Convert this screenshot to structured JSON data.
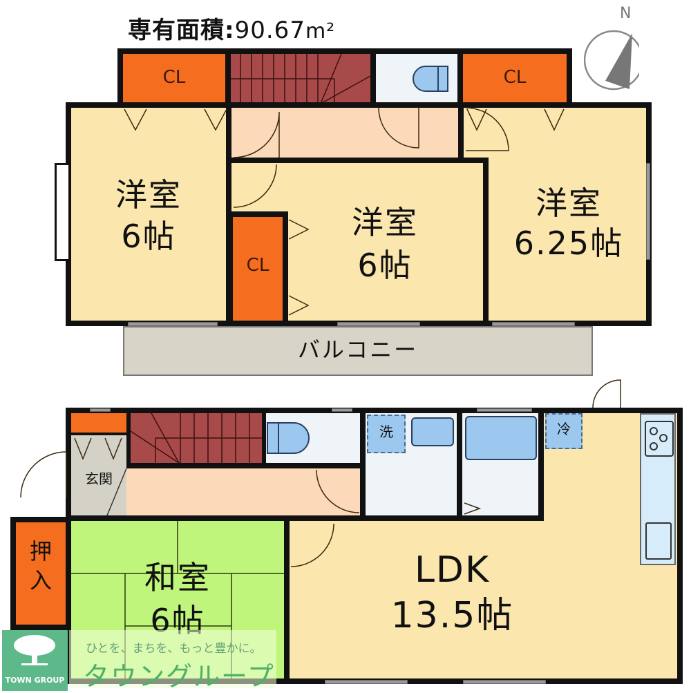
{
  "header": {
    "area_label": "専有面積",
    "area_sep": ":",
    "area_value": "90.67",
    "area_unit": "m²"
  },
  "compass": {
    "label": "N",
    "icon": "north-arrow-icon"
  },
  "colors": {
    "western_room": "#fbe6ae",
    "closet": "#f56d1e",
    "stairs": "#a84a4a",
    "hallway": "#fcd9b8",
    "wet_area": "#eef4f8",
    "fixture_blue": "#9cc8f0",
    "tatami": "#bff57a",
    "balcony": "#d8d5c8",
    "entrance": "#d4d2c6",
    "wall": "#111111",
    "logo_green": "#5db98a"
  },
  "floor2": {
    "rooms": [
      {
        "id": "western-room-west",
        "name": "洋室",
        "size": "6帖"
      },
      {
        "id": "western-room-center",
        "name": "洋室",
        "size": "6帖"
      },
      {
        "id": "western-room-east",
        "name": "洋室",
        "size": "6.25帖"
      }
    ],
    "closets": [
      "CL",
      "CL",
      "CL"
    ],
    "balcony": "バルコニー"
  },
  "floor1": {
    "japanese_room": {
      "name": "和室",
      "size": "6帖"
    },
    "ldk": {
      "name": "LDK",
      "size": "13.5帖"
    },
    "entrance": "玄関",
    "oshiire": "押\n入",
    "washer": "洗",
    "fridge": "冷"
  },
  "logo": {
    "slogan": "ひとを、まちを、もっと豊かに。",
    "company_kana": "タウングループ",
    "company_en": "TOWN GROUP"
  }
}
